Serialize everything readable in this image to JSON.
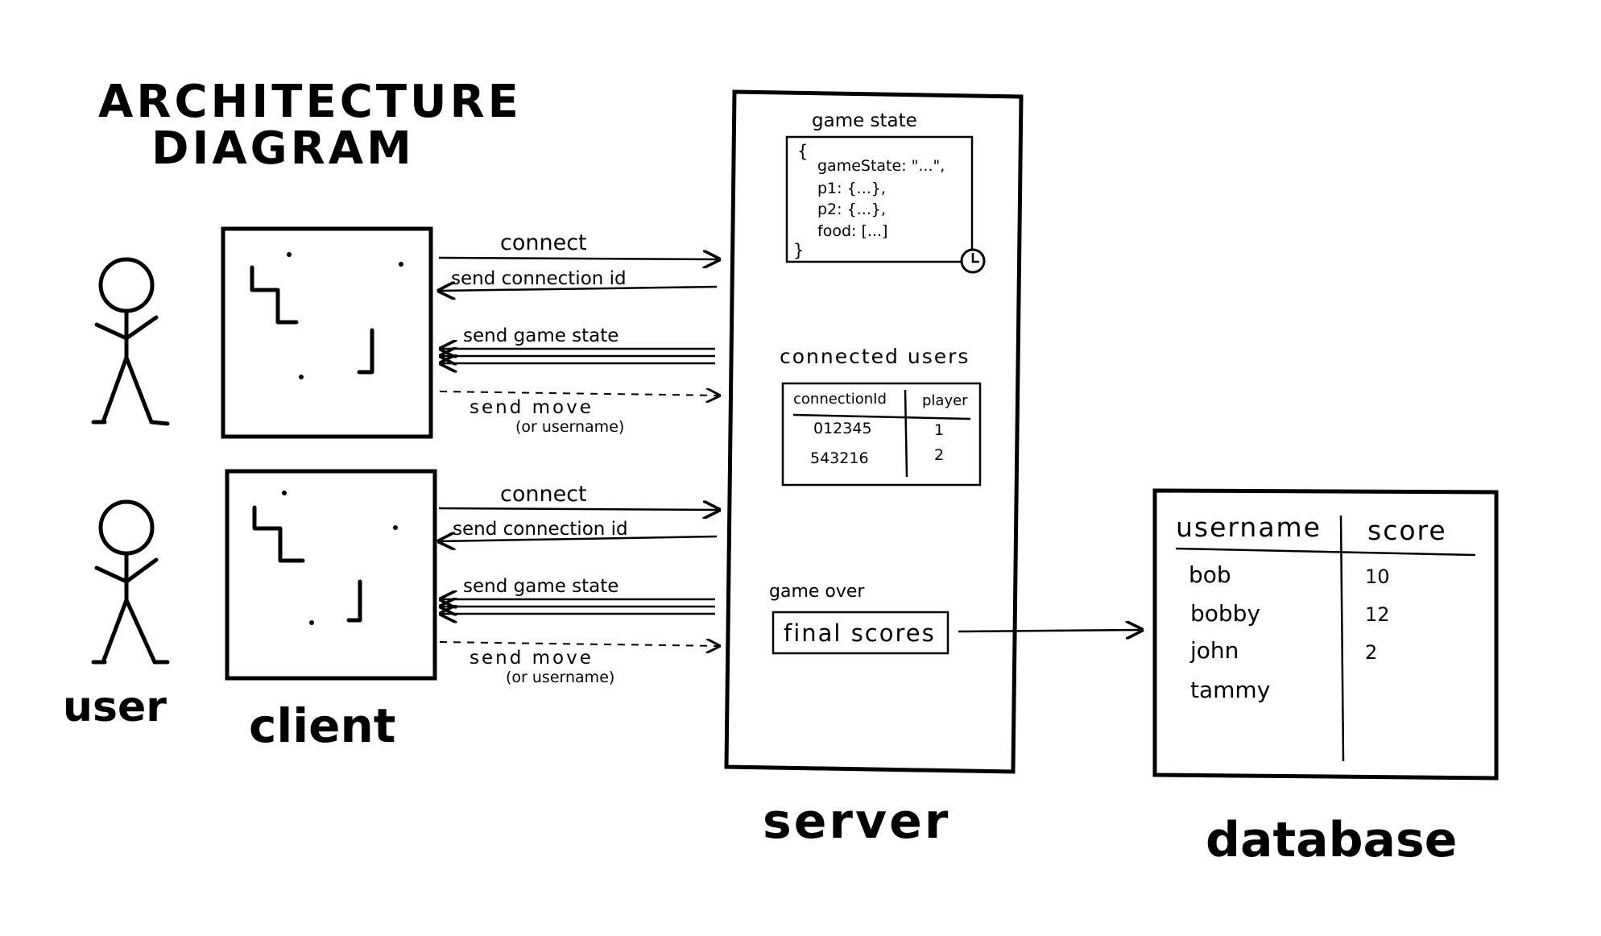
{
  "title": {
    "line1": "ARCHITECTURE",
    "line2": "DIAGRAM"
  },
  "labels": {
    "user": "user",
    "client": "client",
    "server": "server",
    "database": "database"
  },
  "arrows": {
    "connect": "connect",
    "send_connection_id": "send connection id",
    "send_game_state": "send game state",
    "send_move": "send move",
    "or_username": "(or username)"
  },
  "server": {
    "game_state_title": "game state",
    "game_state_code": {
      "open": "{",
      "line1": "gameState: \"...\",",
      "line2": "p1: {...},",
      "line3": "p2: {...},",
      "line4": "food: [...]",
      "close": "}"
    },
    "connected_users_title": "connected users",
    "connected_users_table": {
      "headers": [
        "connectionId",
        "player"
      ],
      "rows": [
        [
          "012345",
          "1"
        ],
        [
          "543216",
          "2"
        ]
      ]
    },
    "game_over_title": "game over",
    "final_scores": "final scores"
  },
  "database": {
    "headers": [
      "username",
      "score"
    ],
    "rows": [
      [
        "bob",
        "10"
      ],
      [
        "bobby",
        "12"
      ],
      [
        "john",
        "2"
      ],
      [
        "tammy",
        ""
      ]
    ]
  },
  "icons": {
    "clock": "clock-icon",
    "user": "stick-figure-icon"
  }
}
